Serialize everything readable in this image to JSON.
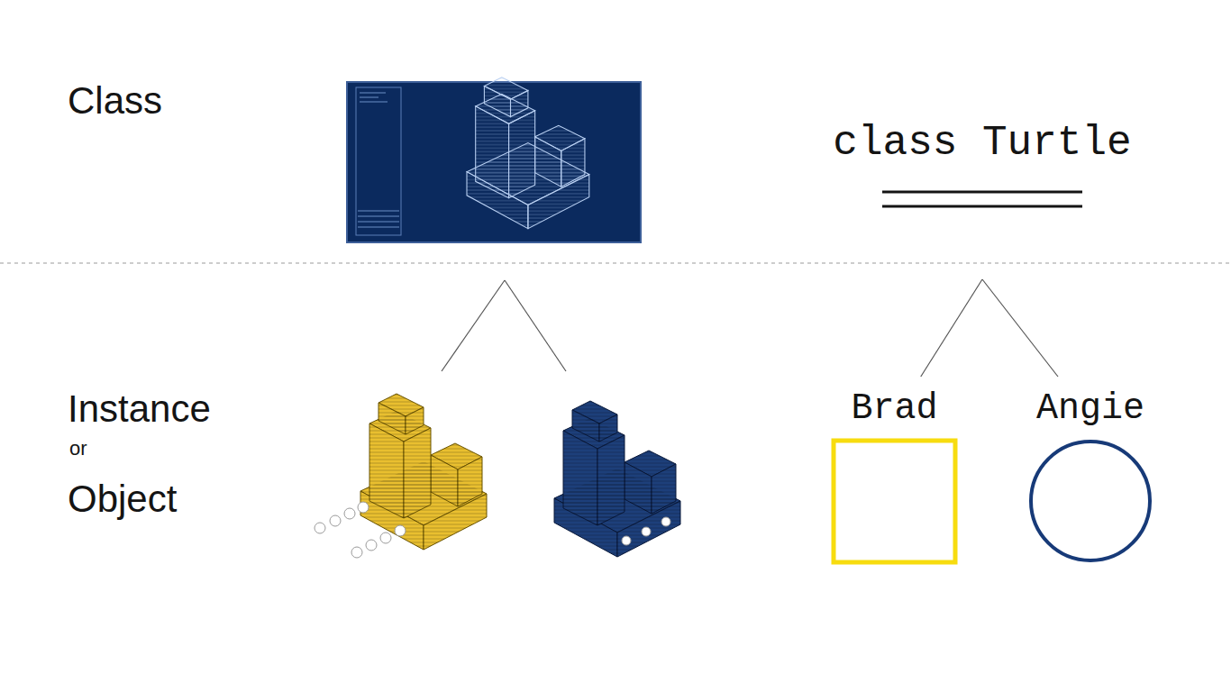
{
  "diagram": {
    "nodes": [
      {
        "text": [
          "class Turtle"
        ]
      },
      {
        "text": [
          "Brad"
        ]
      },
      {
        "text": [
          "Angie"
        ]
      }
    ],
    "edges": [
      {
        "from": 0,
        "to": 1,
        "arrow": "none"
      },
      {
        "from": 0,
        "to": 2,
        "arrow": "none"
      }
    ],
    "labels": [
      "Class",
      "Instance",
      "or",
      "Object"
    ]
  }
}
